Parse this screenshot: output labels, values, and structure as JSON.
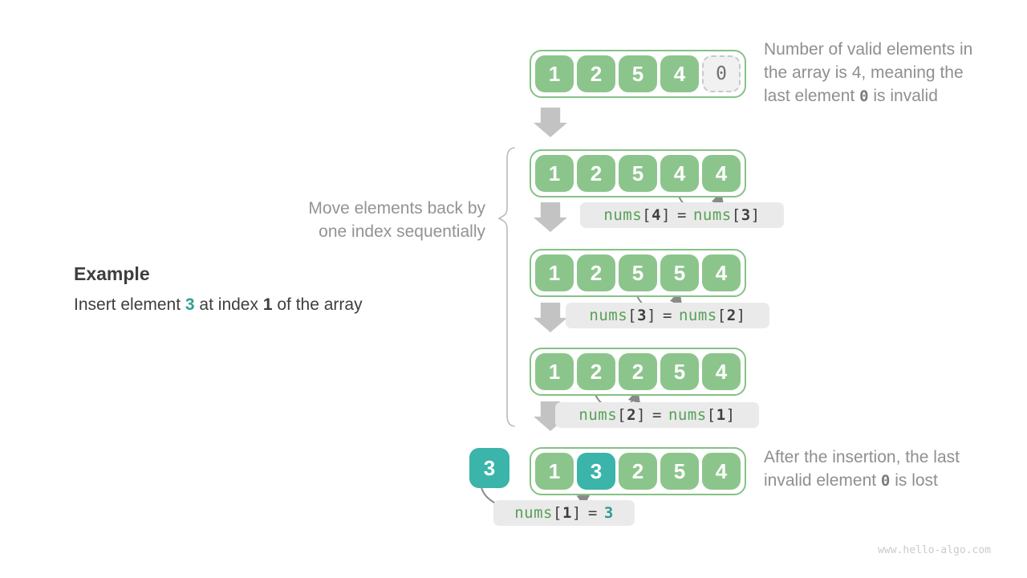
{
  "example": {
    "heading": "Example",
    "pre": "Insert element ",
    "value": "3",
    "mid": " at index ",
    "index": "1",
    "post": " of the array"
  },
  "move_note": {
    "line1": "Move elements back by",
    "line2": "one index sequentially"
  },
  "note_top": {
    "line1": "Number of valid elements in",
    "line2": "the array is 4, meaning the",
    "line3_pre": "last element ",
    "line3_code": "0",
    "line3_post": " is invalid"
  },
  "note_bottom": {
    "line1": "After the insertion, the last",
    "line2_pre": "invalid element ",
    "line2_code": "0",
    "line2_post": " is lost"
  },
  "inserted_value": "3",
  "arrays": [
    {
      "values": [
        "1",
        "2",
        "5",
        "4",
        "0"
      ],
      "invalid_index": 4
    },
    {
      "values": [
        "1",
        "2",
        "5",
        "4",
        "4"
      ]
    },
    {
      "values": [
        "1",
        "2",
        "5",
        "5",
        "4"
      ]
    },
    {
      "values": [
        "1",
        "2",
        "2",
        "5",
        "4"
      ]
    },
    {
      "values": [
        "1",
        "3",
        "2",
        "5",
        "4"
      ],
      "highlight_index": 1
    }
  ],
  "punct": {
    "open": "[",
    "close": "]",
    "eq": "="
  },
  "steps": [
    {
      "lhs_fn": "nums",
      "lhs_idx": "4",
      "rhs_fn": "nums",
      "rhs_idx": "3"
    },
    {
      "lhs_fn": "nums",
      "lhs_idx": "3",
      "rhs_fn": "nums",
      "rhs_idx": "2"
    },
    {
      "lhs_fn": "nums",
      "lhs_idx": "2",
      "rhs_fn": "nums",
      "rhs_idx": "1"
    }
  ],
  "insert_step": {
    "fn": "nums",
    "idx": "1",
    "value": "3"
  },
  "watermark": "www.hello-algo.com",
  "colors": {
    "cell_green": "#8CC58C",
    "border_green": "#85C285",
    "teal": "#3BB4AA",
    "label_bg": "#EAEAEA",
    "code_green": "#56A156",
    "code_teal": "#2D9B92",
    "gray_text": "#8F8F8F",
    "dark_text": "#3E3E3E",
    "arrow_gray": "#C3C3C3",
    "arc_gray": "#8A8A8A"
  }
}
